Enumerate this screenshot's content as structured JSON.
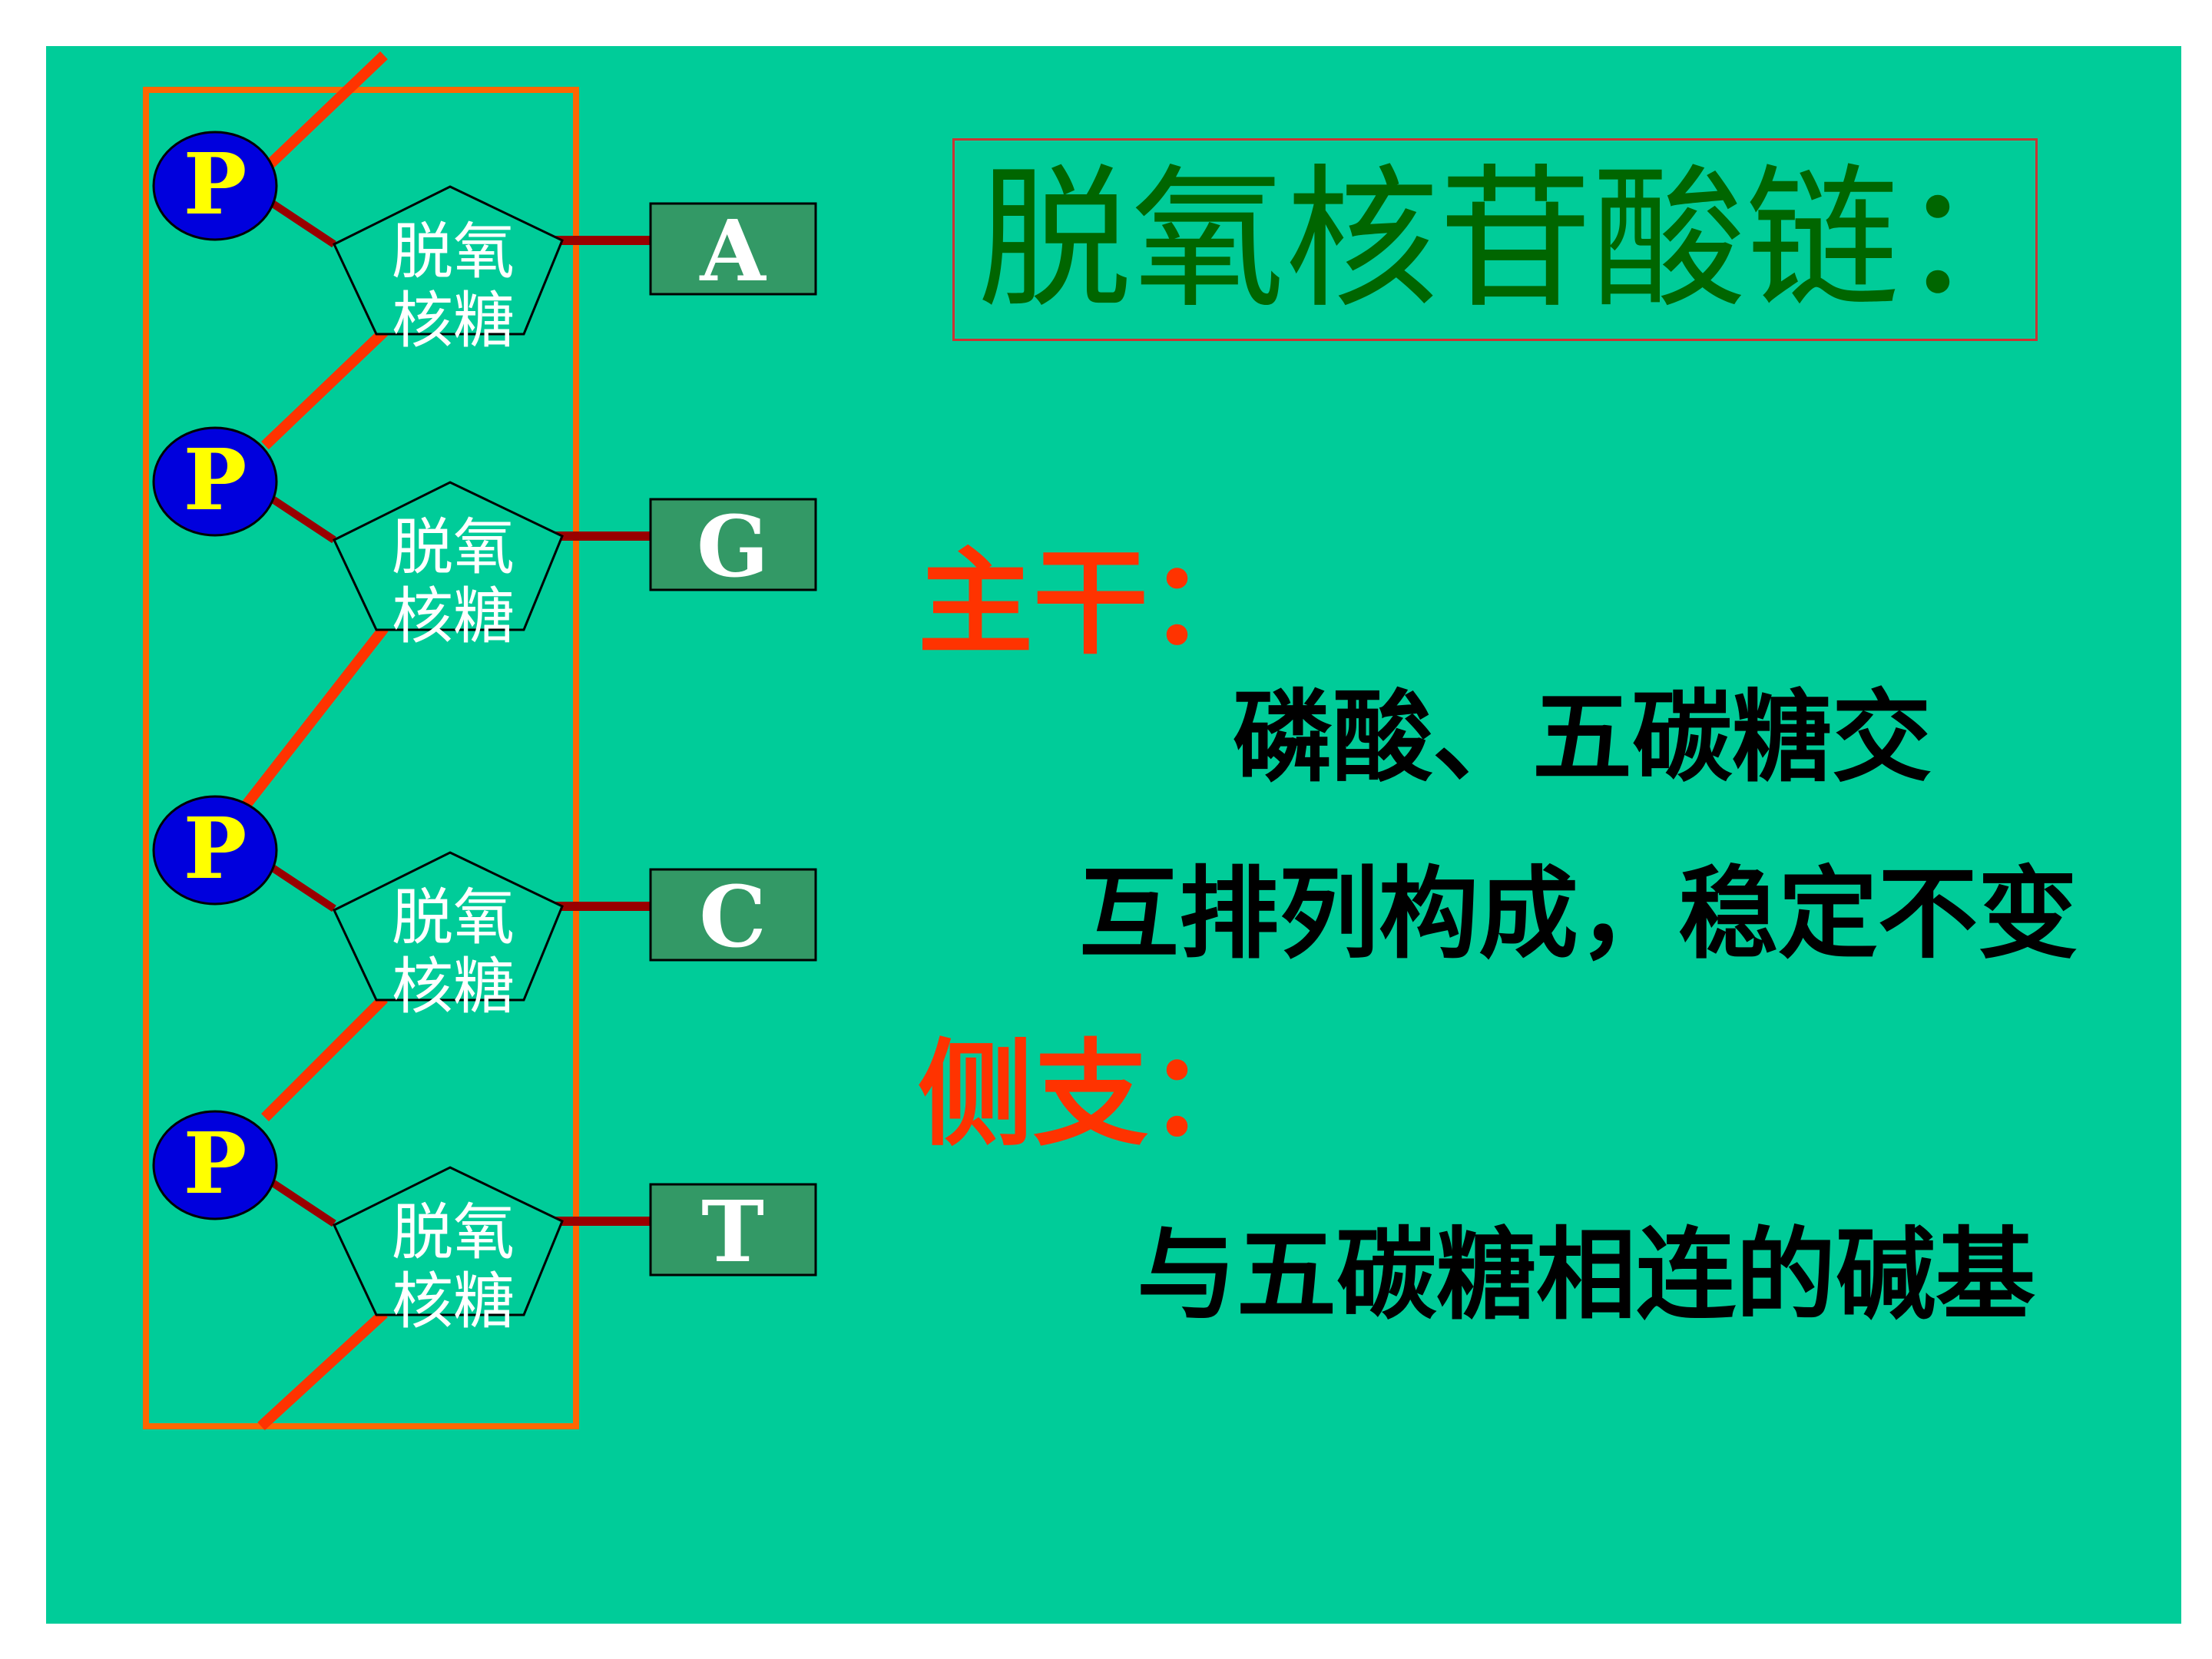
{
  "title": "脱氧核苷酸链：",
  "phosphate_label": "P",
  "sugar_label_line1": "脱氧",
  "sugar_label_line2": "核糖",
  "bases": [
    "A",
    "G",
    "C",
    "T"
  ],
  "backbone_heading": "主干：",
  "backbone_line1": "磷酸、五碳糖交",
  "backbone_line2": "互排列构成，稳定不变",
  "side_heading": "侧支：",
  "side_line1": "与五碳糖相连的碱基",
  "colors": {
    "background": "#00cc99",
    "title": "#006600",
    "title_border": "#cc3333",
    "heading": "#ff3300",
    "phosphate_fill": "#0000dd",
    "phosphate_text": "#ffff00",
    "base_box": "#339966",
    "backbone_line": "#ff3300",
    "bond_line": "#990000",
    "frame": "#ff6600"
  }
}
